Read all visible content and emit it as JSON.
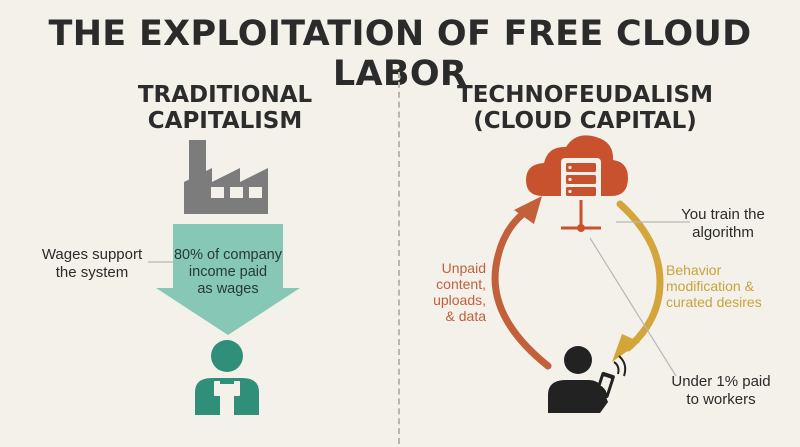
{
  "title": "THE EXPLOITATION OF FREE CLOUD LABOR",
  "left": {
    "heading_line1": "TRADITIONAL",
    "heading_line2": "CAPITALISM",
    "side_label_line1": "Wages support",
    "side_label_line2": "the system",
    "arrow_line1": "80% of company",
    "arrow_line2": "income paid",
    "arrow_line3": "as wages"
  },
  "right": {
    "heading_line1": "TECHNOFEUDALISM",
    "heading_line2": "(CLOUD CAPITAL)",
    "train_line1": "You train the",
    "train_line2": "algorithm",
    "unpaid_line1": "Unpaid",
    "unpaid_line2": "content,",
    "unpaid_line3": "uploads,",
    "unpaid_line4": "& data",
    "behavior_line1": "Behavior",
    "behavior_line2": "modification &",
    "behavior_line3": "curated desires",
    "under_line1": "Under 1% paid",
    "under_line2": "to workers"
  },
  "colors": {
    "teal": "#2f8f78",
    "teal_light": "#86c7b6",
    "factory_gray": "#7c7c7c",
    "cloud_orange": "#c8522e",
    "arrow_orange": "#c1603a",
    "arrow_gold": "#d4a53a",
    "person_dark": "#222222"
  },
  "icons": [
    "factory-icon",
    "worker-icon",
    "cloud-server-icon",
    "phone-user-icon"
  ]
}
